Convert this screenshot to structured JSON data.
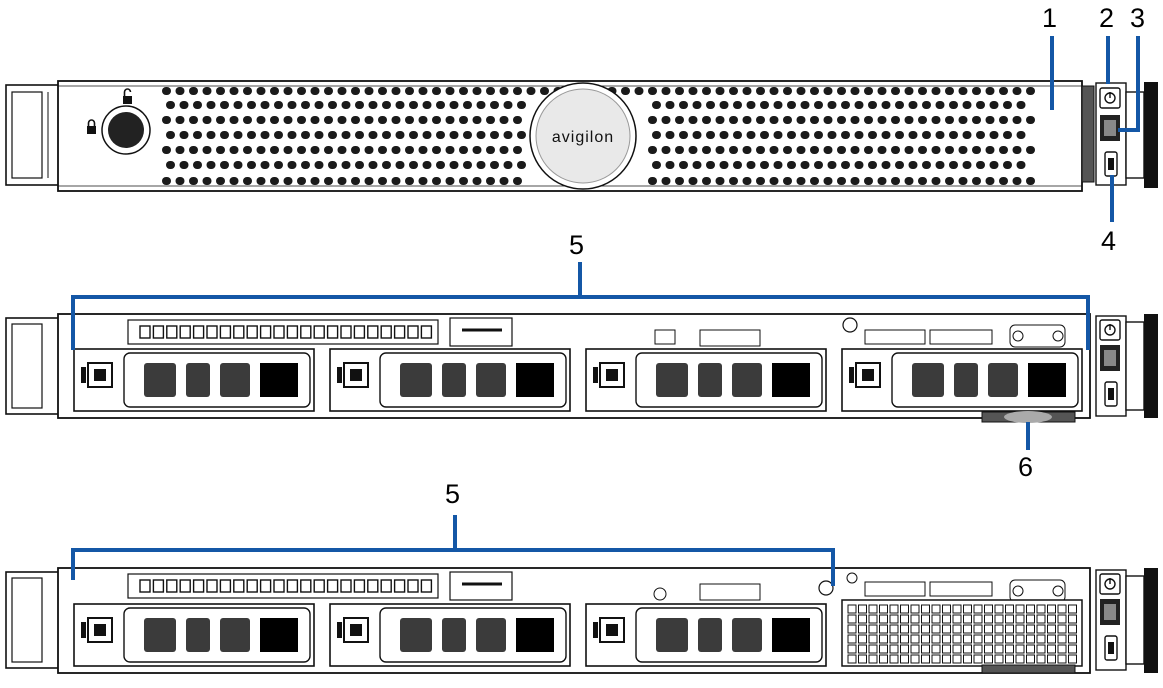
{
  "logo": {
    "text": "avigilon"
  },
  "callouts": {
    "front_bezel": "1",
    "power_button": "2",
    "usb_port": "3",
    "mini_port": "4",
    "drive_bays_four": "5",
    "drive_bays_three": "5",
    "pull_tab": "6"
  },
  "colors": {
    "leader": "#1457a6",
    "outline": "#111111",
    "drive_block": "#3b3b3b",
    "drive_block_dark": "#000000",
    "logo_circle": "#e9e9e9"
  },
  "icons": {
    "padlock_unlocked": "padlock-unlocked-icon",
    "padlock_locked": "padlock-locked-icon",
    "power": "power-icon",
    "usb": "usb-icon"
  },
  "views": {
    "front_with_bezel": {
      "drive_count": 0
    },
    "four_drive_config": {
      "drive_count": 4
    },
    "three_drive_config": {
      "drive_count": 3
    }
  }
}
